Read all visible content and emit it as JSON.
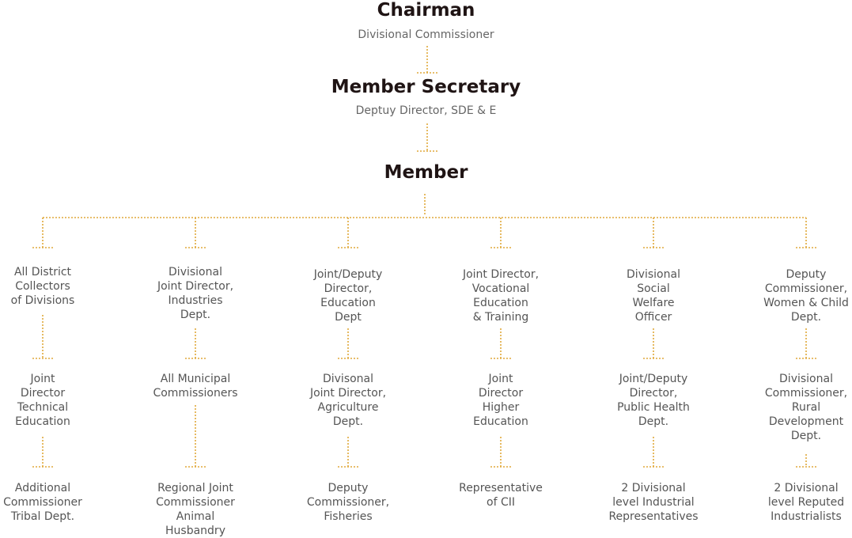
{
  "colors": {
    "connector": "#e0a93b",
    "heading": "#1f1414",
    "subtext": "#666666"
  },
  "chairman": {
    "title": "Chairman",
    "subtitle": "Divisional Commissioner"
  },
  "member_secretary": {
    "title": "Member Secretary",
    "subtitle": "Deptuy Director, SDE & E"
  },
  "member": {
    "title": "Member"
  },
  "columns": [
    {
      "nodes": [
        "All District\nCollectors\nof Divisions",
        "Joint\nDirector\nTechnical\nEducation",
        "Additional\nCommissioner\nTribal Dept."
      ]
    },
    {
      "nodes": [
        "Divisional\nJoint Director,\nIndustries\nDept.",
        "All Municipal\nCommissioners",
        "Regional Joint\nCommissioner\nAnimal\nHusbandry"
      ]
    },
    {
      "nodes": [
        "Joint/Deputy\nDirector,\nEducation\nDept",
        "Divisonal\nJoint Director,\nAgriculture\nDept.",
        "Deputy\nCommissioner,\nFisheries"
      ]
    },
    {
      "nodes": [
        "Joint Director,\nVocational\nEducation\n& Training",
        "Joint\nDirector\nHigher\nEducation",
        "Representative\nof CII"
      ]
    },
    {
      "nodes": [
        "Divisional\nSocial\nWelfare\nOfficer",
        "Joint/Deputy\nDirector,\nPublic Health\nDept.",
        "2 Divisional\nlevel Industrial\nRepresentatives"
      ]
    },
    {
      "nodes": [
        "Deputy\nCommissioner,\nWomen & Child\nDept.",
        "Divisional\nCommissioner,\nRural\nDevelopment\nDept.",
        "2 Divisional\nlevel Reputed\nIndustrialists"
      ]
    }
  ]
}
